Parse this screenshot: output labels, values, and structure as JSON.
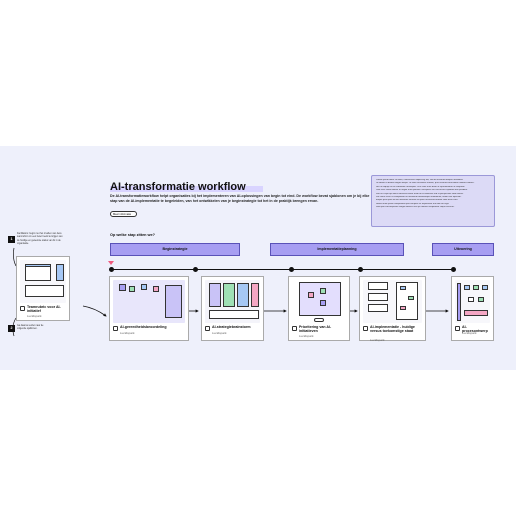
{
  "title": "AI-transformatie workflow",
  "subtitle": "De AI-transformatieworkflow helpt organisaties bij het implementeren van AI-oplossingen van begin tot eind. De workflow bevat sjablonen om je bij elke stap van de AI-implementatie te begeleiden, van het ontwikkelen van je beginstrategie tot het in de praktijk brengen ervan.",
  "tag_button": "Meer informatie",
  "info_box_lines": [
    "Lorem ipsum dolor sit amet, consectetur adipiscing elit, sed do eiusmod tempor incididunt.",
    "Ut labore et dolore magna aliqua. Ut enim ad minim veniam, quis nostrud exercitation ullamco laboris.",
    "Nisi ut aliquip ex ea commodo consequat. Duis aute irure dolor in reprehenderit in voluptate.",
    "Velit esse cillum dolore eu fugiat nulla pariatur. Excepteur sint occaecat cupidatat non proident.",
    "Sunt in culpa qui officia deserunt mollit anim id est laborum sed ut perspiciatis unde omnis.",
    "Iste natus error sit voluptatem accusantium doloremque laudantium, totam rem aperiam.",
    "Eaque ipsa quae ab illo inventore veritatis et quasi architecto beatae vitae dicta sunt.",
    "Nemo enim ipsam voluptatem quia voluptas sit aspernatur aut odit aut fugit.",
    "Sed quia consequuntur magni dolores eos qui ratione voluptatem sequi nesciunt."
  ],
  "stage_question": "Op welke stap zitten we?",
  "phases": [
    "Beginstrategie",
    "Implementatieplanning",
    "Uitvoering"
  ],
  "cards": [
    {
      "title": "Teamrubric voor AI-initiatief",
      "source": "Lucidspark"
    },
    {
      "title": "AI-gereedheidsbeoordeling",
      "source": "Lucidspark"
    },
    {
      "title": "AI-strategiebrainstorm",
      "source": "Lucidspark"
    },
    {
      "title": "Prioritering van AI-initiatieven",
      "source": "Lucidspark"
    },
    {
      "title": "AI-implementatie - huidige versus toekomstige staat",
      "source": "Lucidspark"
    },
    {
      "title": "AI-procesontwerp",
      "source": "Lucidspark"
    }
  ],
  "notes": [
    {
      "number": "1",
      "text": "Facilitators: begin met het invullen van deze teamrubric om een beter beeld te krijgen van de huidige en gewenste status van AI in de organisatie."
    },
    {
      "number": "2",
      "text": "Ga daarna verder naar de volgende sjablonen."
    }
  ],
  "colors": {
    "board": "#eef0fb",
    "phase_fill": "#a79ef2",
    "accent_pink": "#f05a7e",
    "sticky_purple": "#a79ef2",
    "sticky_green": "#9fe0b5",
    "sticky_blue": "#a6c8f5",
    "sticky_pink": "#f4a6c4"
  },
  "icons": [
    "lucidspark-icon",
    "timeline-marker-icon",
    "arrow-icon"
  ]
}
